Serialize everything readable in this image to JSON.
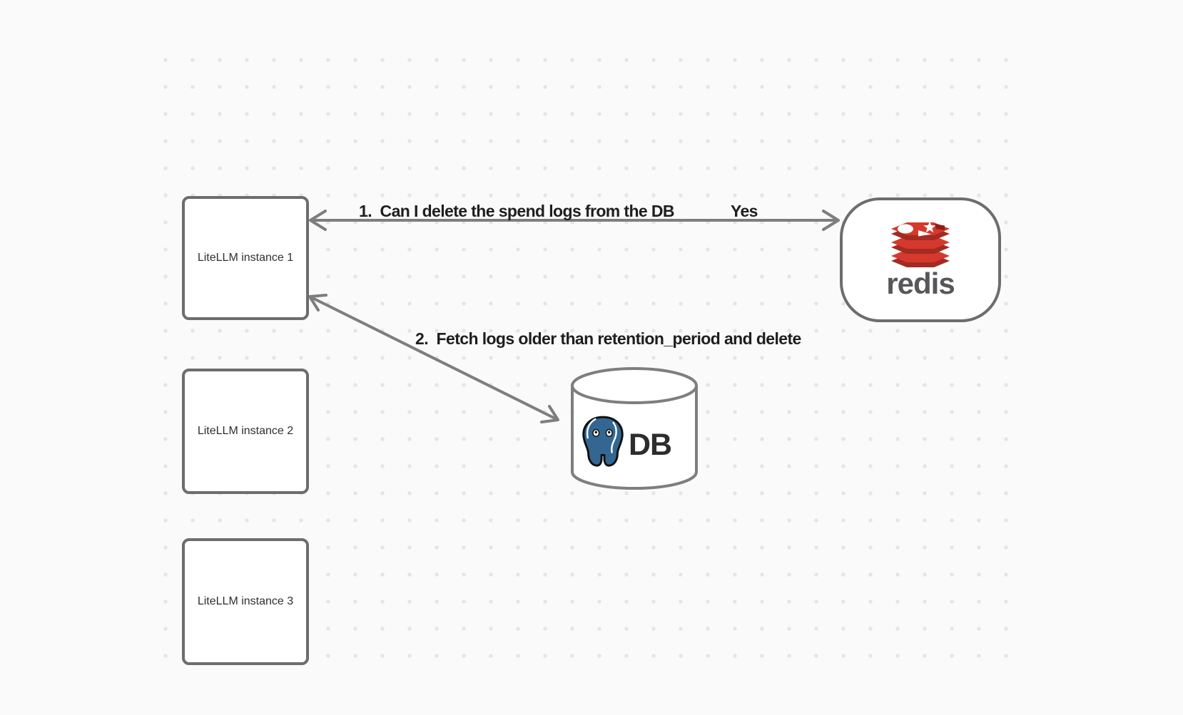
{
  "diagram": {
    "instances": [
      {
        "label": "LiteLLM instance 1"
      },
      {
        "label": "LiteLLM instance 2"
      },
      {
        "label": "LiteLLM instance 3"
      }
    ],
    "redis": {
      "wordmark": "redis"
    },
    "database": {
      "label": "DB"
    },
    "edges": {
      "edge1": {
        "label": "1.  Can I delete the spend logs from the DB",
        "answer": "Yes"
      },
      "edge2": {
        "label": "2.  Fetch logs older than retention_period and delete"
      }
    }
  },
  "colors": {
    "background": "#fafafa",
    "grid_dot": "#e5e5e5",
    "shape_border": "#6d6d6d",
    "arrow": "#7e7e7e",
    "label_text": "#1e1e1e",
    "node_text": "#2f2f2f",
    "redis_red": "#d5392d",
    "redis_dark_red": "#a32b21",
    "redis_cube": "#8c2016",
    "redis_wordmark": "#56575a",
    "postgres_blue": "#336791",
    "db_text": "#2d2d2d"
  }
}
